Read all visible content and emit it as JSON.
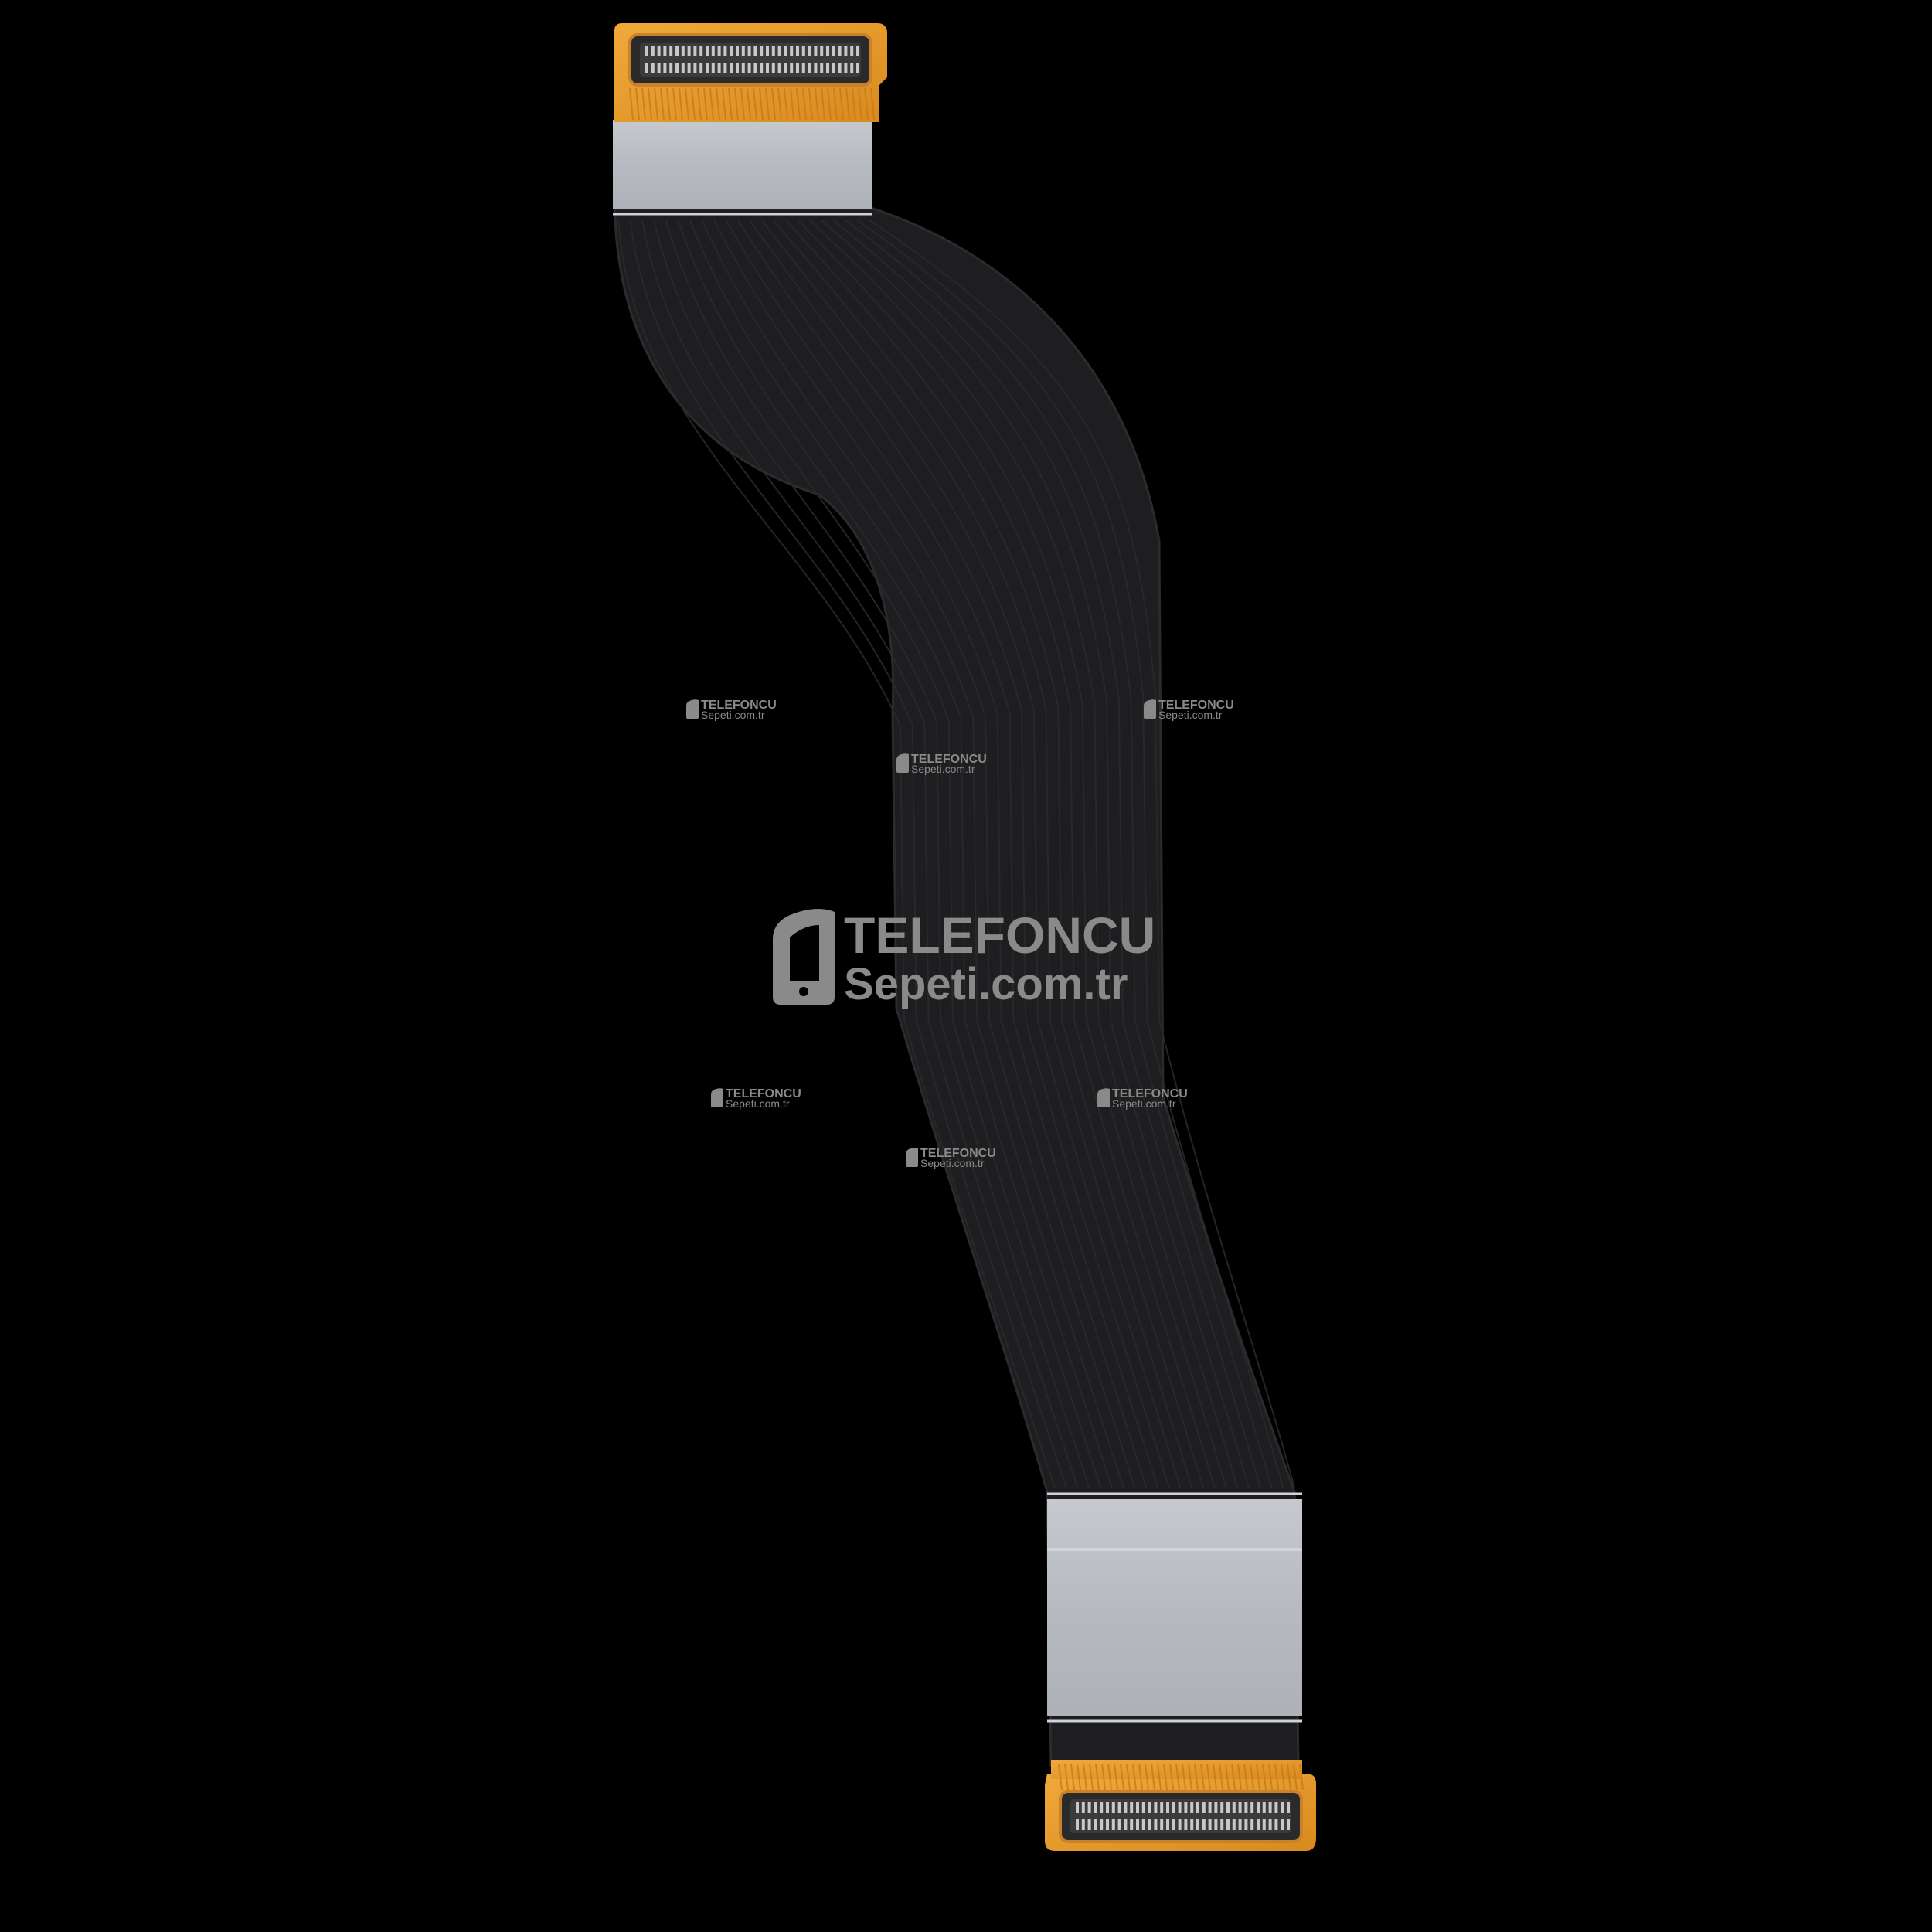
{
  "image": {
    "subject": "flex-cable-photo",
    "colors": {
      "background": "#000000",
      "cable": "#1e1e20",
      "cable_edge": "#2b2b2e",
      "connector_pcb": "#e69a2a",
      "connector_body": "#2a2a2a",
      "shield_tape": "#b9bcc2"
    }
  },
  "watermark": {
    "brand_line1": "TELEFONCU",
    "brand_line2": "Sepeti.com.tr",
    "color": "#8a8a8a",
    "icon": "phone-leaf-icon"
  }
}
